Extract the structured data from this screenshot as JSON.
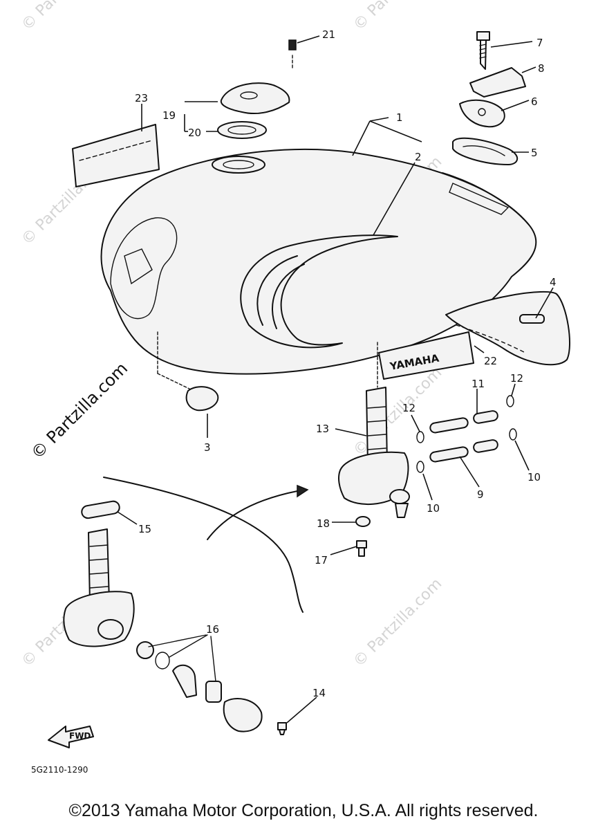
{
  "watermark_text": "© Partzilla.com",
  "diagram_code": "5G2110-1290",
  "fwd_label": "FWD",
  "tank_emblem": "YAMAHA",
  "callouts": [
    "1",
    "2",
    "3",
    "4",
    "5",
    "6",
    "7",
    "8",
    "9",
    "10",
    "11",
    "12",
    "13",
    "14",
    "15",
    "16",
    "17",
    "18",
    "19",
    "20",
    "21",
    "22",
    "23"
  ],
  "copyright": "©2013 Yamaha Motor Corporation, U.S.A. All rights reserved."
}
